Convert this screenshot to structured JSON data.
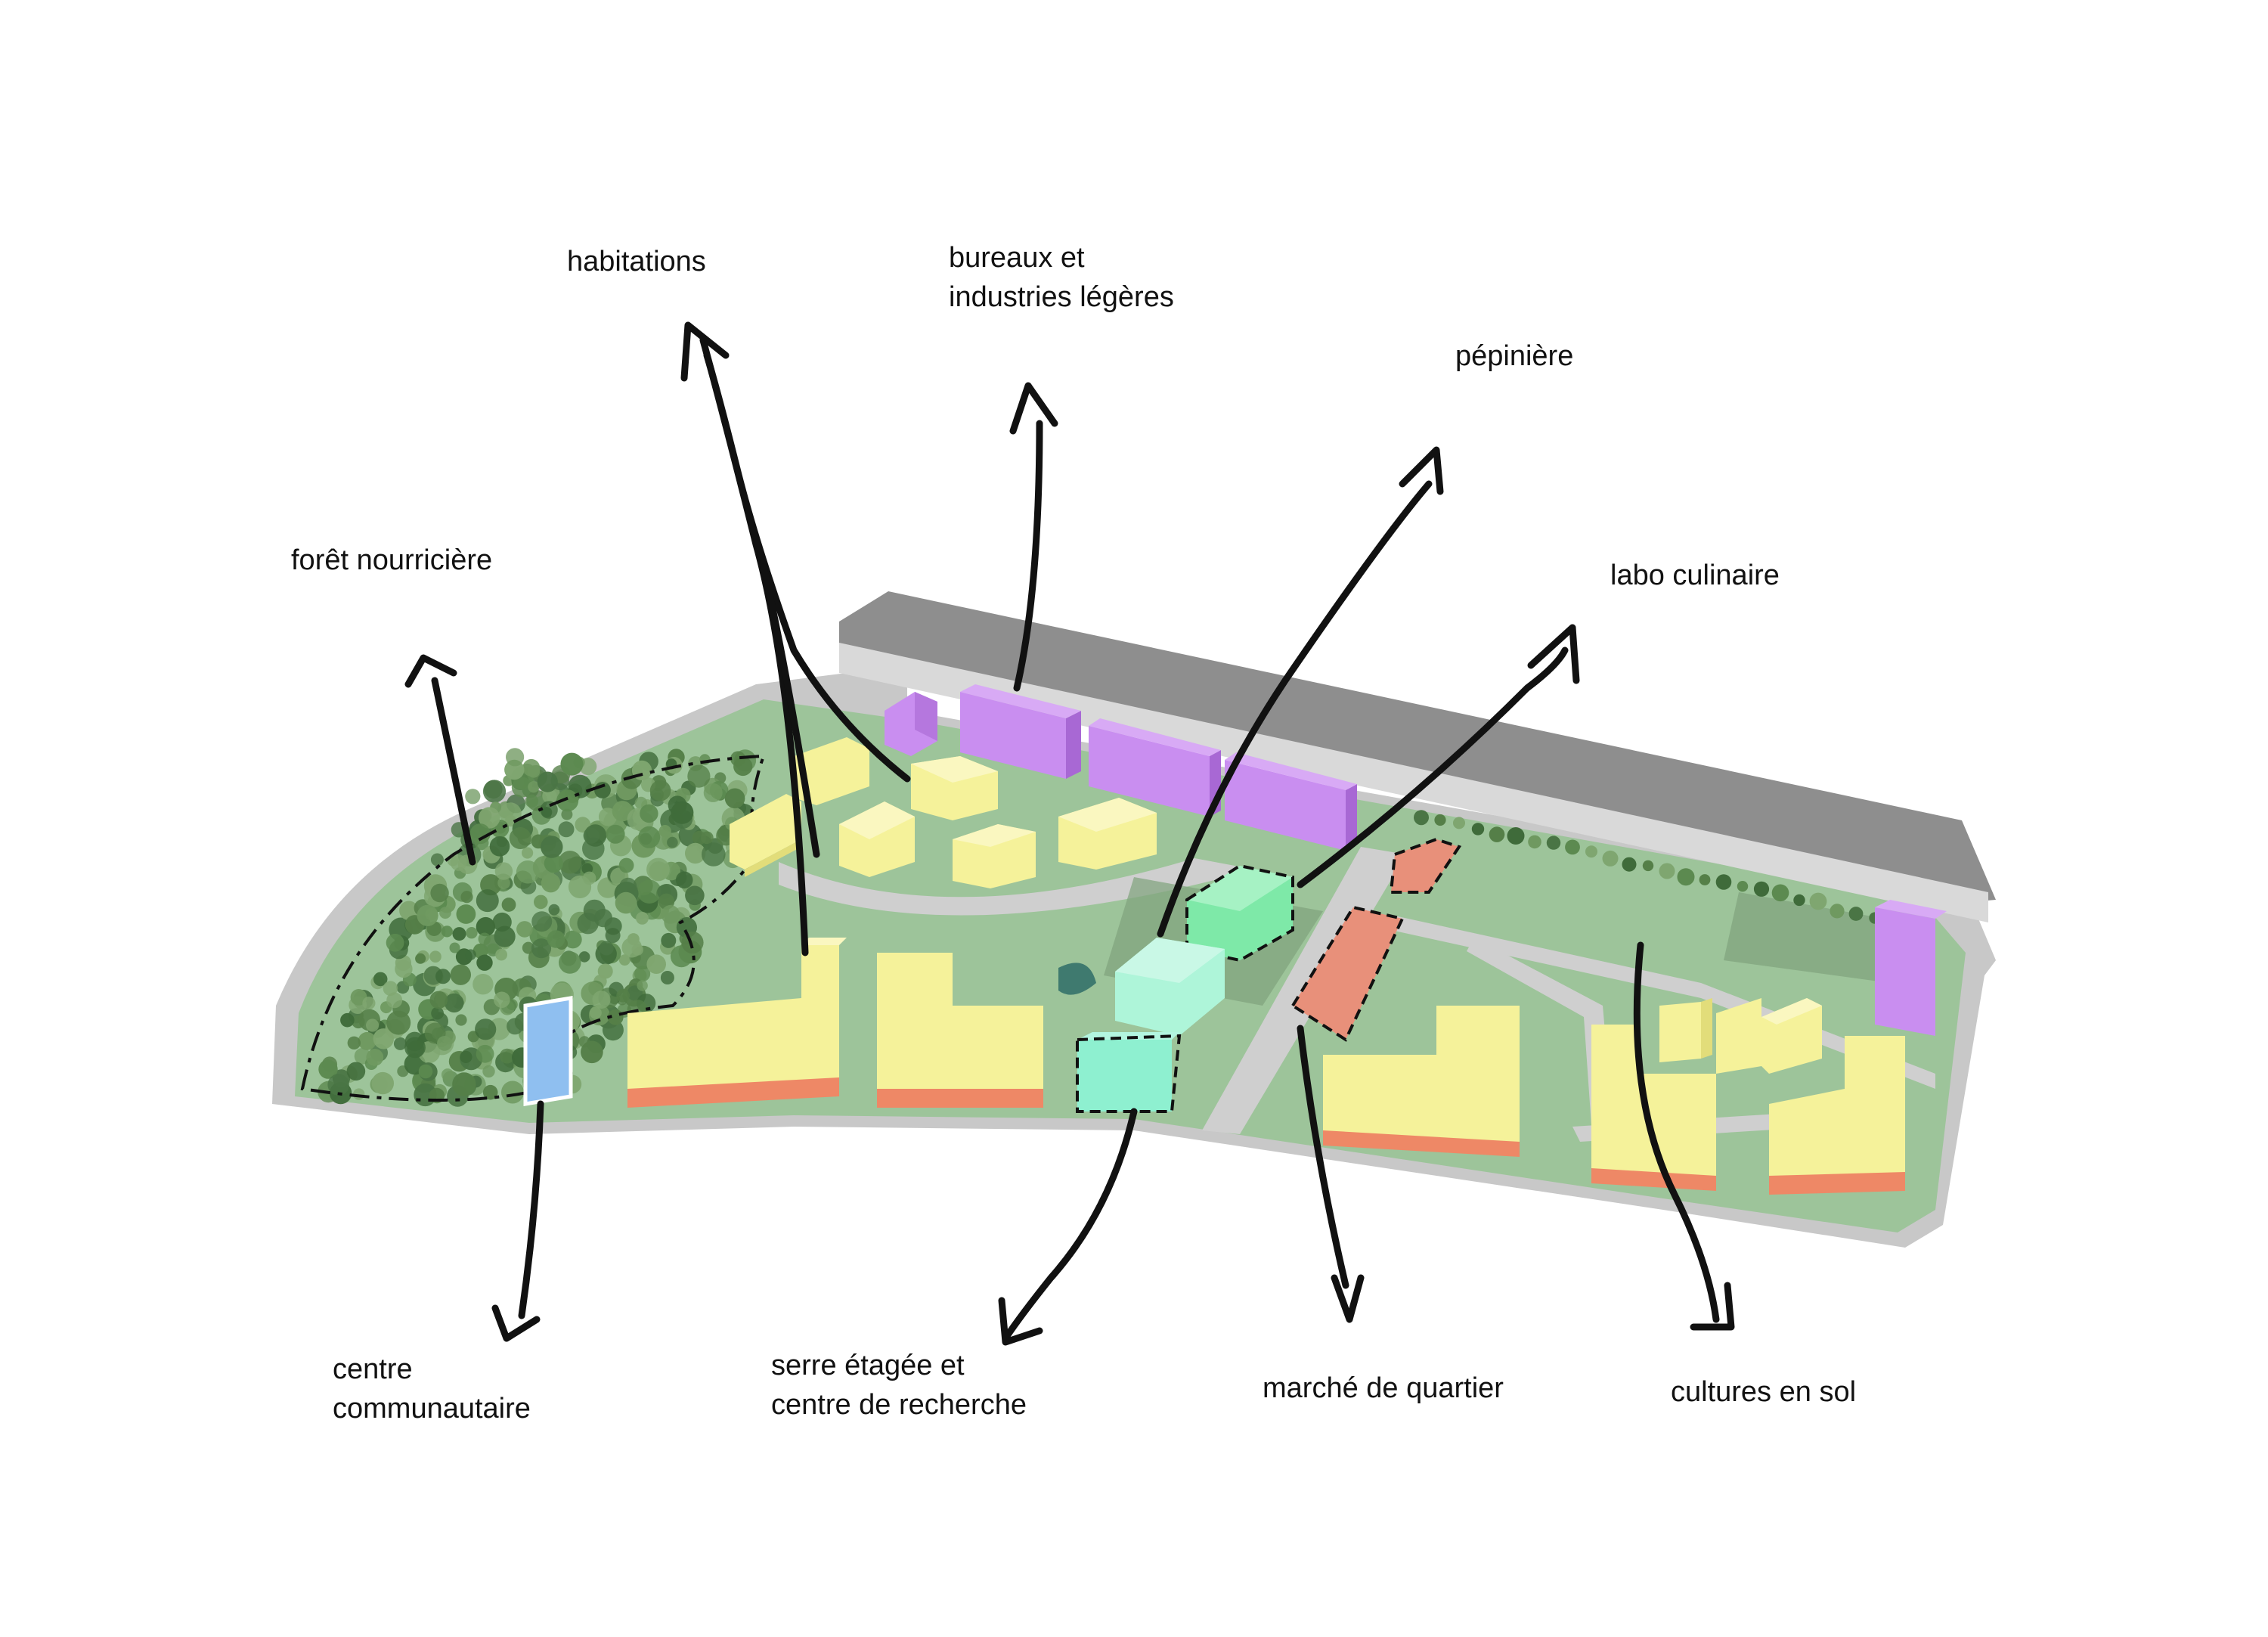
{
  "labels": {
    "habitations": [
      "habitations"
    ],
    "bureaux": [
      "bureaux et",
      "industries légères"
    ],
    "pepiniere": [
      "pépinière"
    ],
    "foret": [
      "forêt nourricière"
    ],
    "labo": [
      "labo culinaire"
    ],
    "centre": [
      "centre",
      "communautaire"
    ],
    "serre": [
      "serre étagée et",
      "centre de recherche"
    ],
    "marche": [
      "marché de quartier"
    ],
    "cultures": [
      "cultures en sol"
    ]
  },
  "colors": {
    "habitations": "#f5f29a",
    "bureaux": "#c98ef0",
    "serre": "#8ef0d0",
    "serre_mid": "#aef5d9",
    "pepiniere": "#7ee9a8",
    "marche": "#e8907a",
    "centre": "#8fbff0",
    "ground": "#9dc49a",
    "road": "#c9c9c9",
    "wall": "#8c8c8c",
    "forest": "#4e7a46",
    "arrow": "#111111"
  }
}
